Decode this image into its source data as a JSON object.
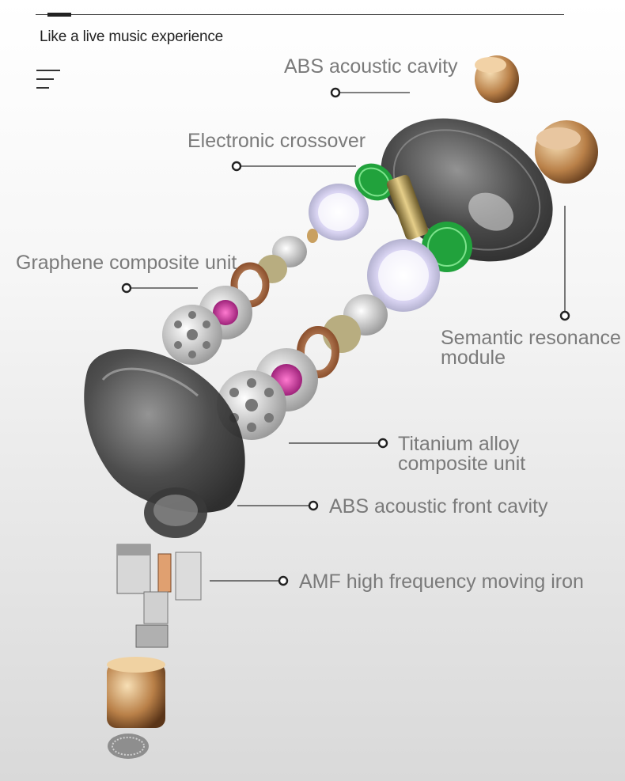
{
  "header": {
    "tagline": "Like a live music experience"
  },
  "labels": {
    "abs_cavity": "ABS acoustic cavity",
    "crossover": "Electronic crossover",
    "graphene": "Graphene composite unit",
    "semantic_line1": "Semantic resonance",
    "semantic_line2": "module",
    "titanium_line1": "Titanium alloy",
    "titanium_line2": "composite unit",
    "front_cavity": "ABS acoustic front cavity",
    "amf": "AMF high frequency moving iron"
  },
  "colors": {
    "label_text": "#7a7a7a",
    "leader_line": "#333333",
    "shell": "#3a3a3a",
    "pcb_green": "#1f9e3a",
    "copper": "#b87850",
    "gold": "#c9a25a",
    "magenta_dome": "#c02c9a"
  }
}
